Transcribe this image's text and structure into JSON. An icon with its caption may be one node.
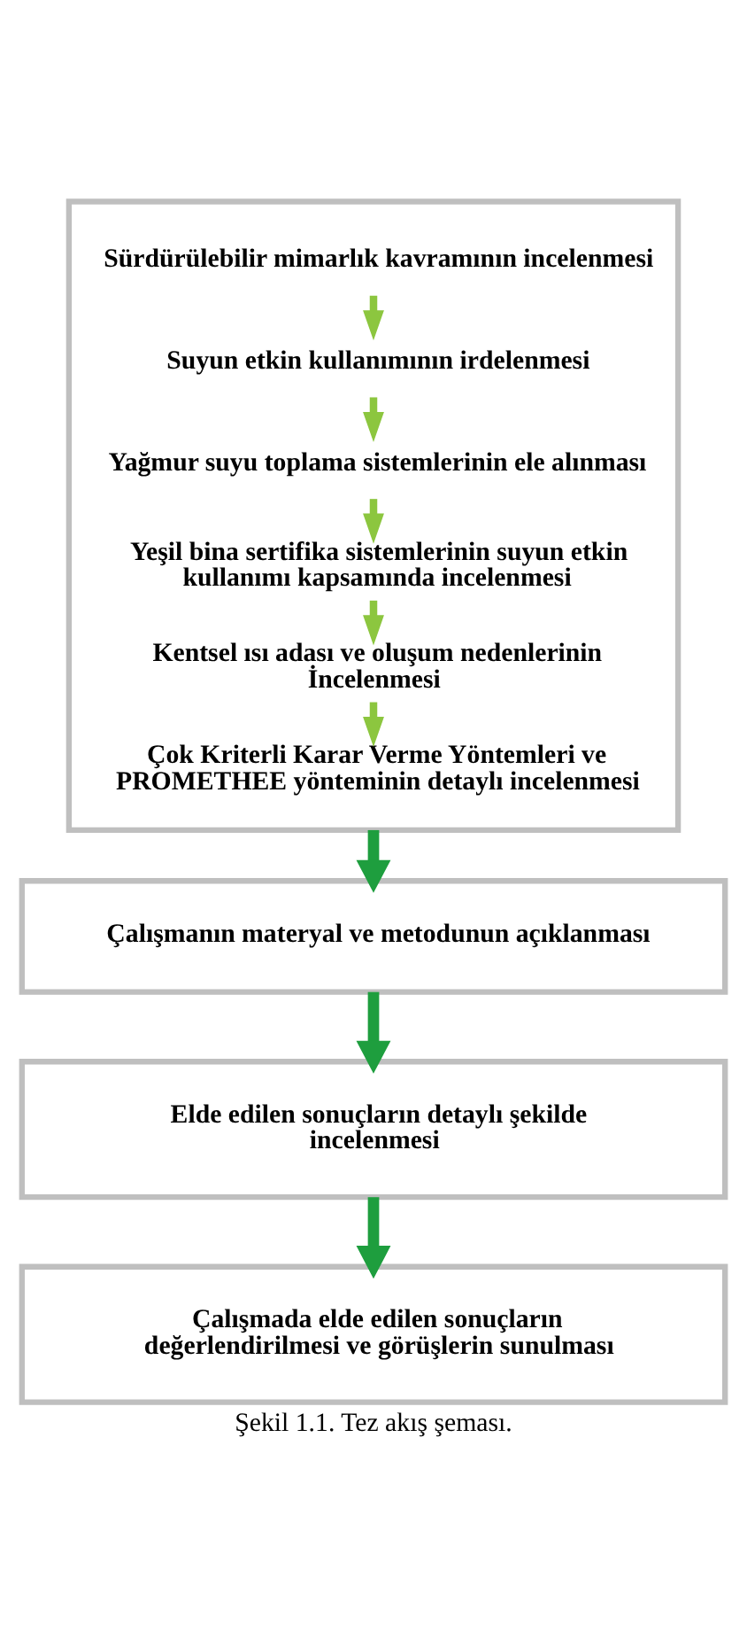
{
  "diagram": {
    "caption": "Şekil 1.1. Tez akış şeması.",
    "nodes": [
      {
        "text": [],
        "shape": "box"
      },
      {
        "text": [
          "Sürdürülebilir mimarlık kavramının incelenmesi"
        ],
        "in": 0
      },
      {
        "text": [
          "Suyun etkin kullanımının irdelenmesi"
        ],
        "in": 0
      },
      {
        "text": [
          "Yağmur suyu toplama sistemlerinin ele alınması"
        ],
        "in": 0
      },
      {
        "text": [
          "Yeşil bina sertifika sistemlerinin suyun etkin kullanımı kapsamında incelenmesi"
        ],
        "in": 0
      },
      {
        "text": [
          "Kentsel ısı adası ve oluşum nedenlerinin İncelenmesi"
        ],
        "in": 0
      },
      {
        "text": [
          "Çok Kriterli Karar Verme Yöntemleri ve PROMETHEE yönteminin detaylı incelenmesi"
        ],
        "in": 0
      },
      {
        "text": [
          "Çalışmanın materyal ve metodunun açıklanması"
        ]
      },
      {
        "text": [
          "Elde edilen sonuçların detaylı şekilde incelenmesi"
        ]
      },
      {
        "text": [
          "Çalışmada elde edilen sonuçların değerlendirilmesi ve görüşlerin sunulması"
        ]
      }
    ],
    "edges": [
      {
        "from": 1,
        "to": 2,
        "arrow": "to"
      },
      {
        "from": 2,
        "to": 3,
        "arrow": "to"
      },
      {
        "from": 3,
        "to": 4,
        "arrow": "to"
      },
      {
        "from": 4,
        "to": 5,
        "arrow": "to"
      },
      {
        "from": 5,
        "to": 6,
        "arrow": "to"
      },
      {
        "from": 0,
        "to": 7,
        "arrow": "to",
        "color": "#1e9e3e"
      },
      {
        "from": 7,
        "to": 8,
        "arrow": "to",
        "color": "#1e9e3e"
      },
      {
        "from": 8,
        "to": 9,
        "arrow": "to",
        "color": "#1e9e3e"
      }
    ]
  }
}
